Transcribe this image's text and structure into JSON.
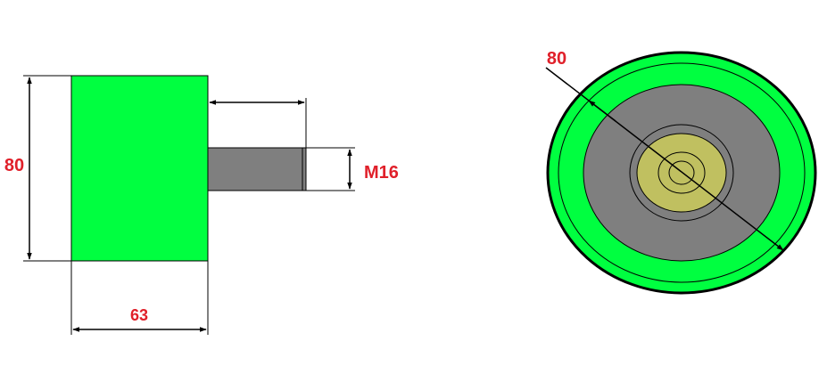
{
  "colors": {
    "rubber": "#00ff40",
    "stud": "#7f7f7f",
    "washer": "#c0c060",
    "outline": "#000000",
    "dimension_text": "#e0202a"
  },
  "side_view": {
    "height_label": "80",
    "width_label": "63",
    "thread_label": "M16"
  },
  "front_view": {
    "diameter_label": "80"
  }
}
